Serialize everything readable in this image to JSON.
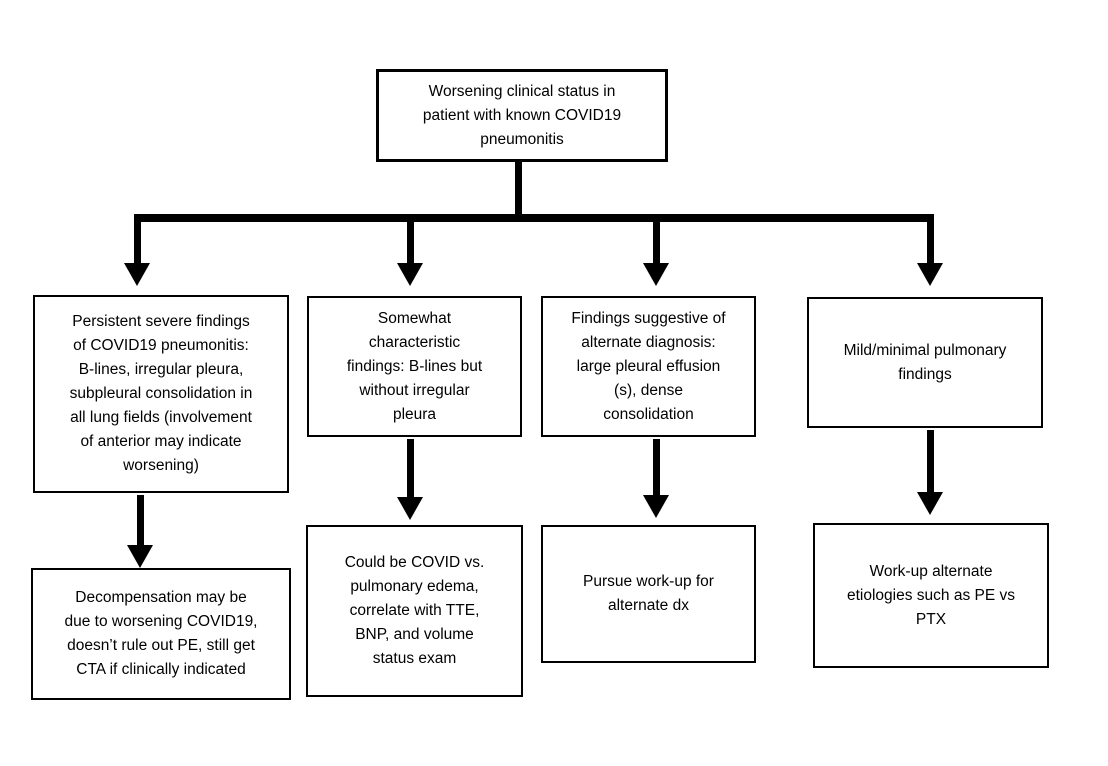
{
  "colors": {
    "line": "#000000",
    "box_border": "#000000",
    "background": "#ffffff",
    "text": "#000000"
  },
  "flowchart": {
    "root": {
      "text": "Worsening clinical status in\npatient with known COVID19\npneumonitis"
    },
    "branches": [
      {
        "finding": "Persistent severe findings\nof COVID19 pneumonitis:\nB-lines, irregular pleura,\nsubpleural consolidation in\nall lung fields (involvement\nof anterior may indicate\nworsening)",
        "action": "Decompensation may be\ndue to worsening COVID19,\ndoesn’t rule out PE, still get\nCTA if clinically indicated"
      },
      {
        "finding": "Somewhat\ncharacteristic\nfindings: B-lines but\nwithout irregular\npleura",
        "action": "Could be COVID vs.\npulmonary edema,\ncorrelate with TTE,\nBNP, and volume\nstatus exam"
      },
      {
        "finding": "Findings suggestive of\nalternate diagnosis:\nlarge pleural effusion\n(s), dense\nconsolidation",
        "action": "Pursue work-up for\nalternate dx"
      },
      {
        "finding": "Mild/minimal pulmonary\nfindings",
        "action": "Work-up alternate\netiologies such as PE vs\nPTX"
      }
    ]
  }
}
